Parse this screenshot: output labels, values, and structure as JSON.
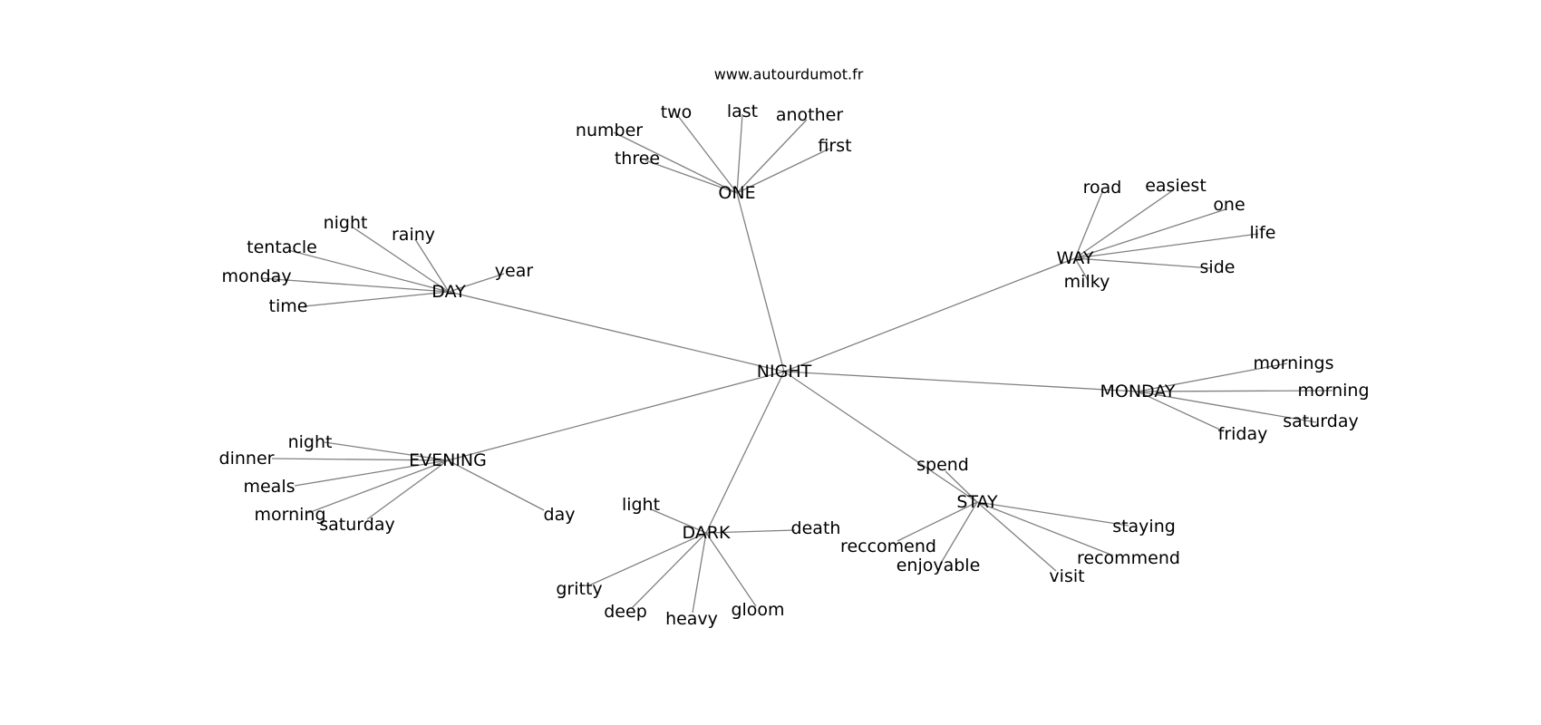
{
  "source": "www.autourdumot.fr",
  "center": "NIGHT",
  "groups": [
    {
      "word": "ONE",
      "children": [
        "two",
        "last",
        "another",
        "number",
        "three",
        "first"
      ]
    },
    {
      "word": "DAY",
      "children": [
        "night",
        "rainy",
        "tentacle",
        "monday",
        "time",
        "year"
      ]
    },
    {
      "word": "WAY",
      "children": [
        "road",
        "easiest",
        "one",
        "life",
        "side",
        "milky"
      ]
    },
    {
      "word": "MONDAY",
      "children": [
        "mornings",
        "morning",
        "saturday",
        "friday"
      ]
    },
    {
      "word": "EVENING",
      "children": [
        "night",
        "dinner",
        "meals",
        "morning",
        "saturday",
        "day"
      ]
    },
    {
      "word": "DARK",
      "children": [
        "light",
        "death",
        "gritty",
        "deep",
        "heavy",
        "gloom"
      ]
    },
    {
      "word": "STAY",
      "children": [
        "spend",
        "staying",
        "reccomend",
        "enjoyable",
        "recommend",
        "visit"
      ]
    }
  ]
}
